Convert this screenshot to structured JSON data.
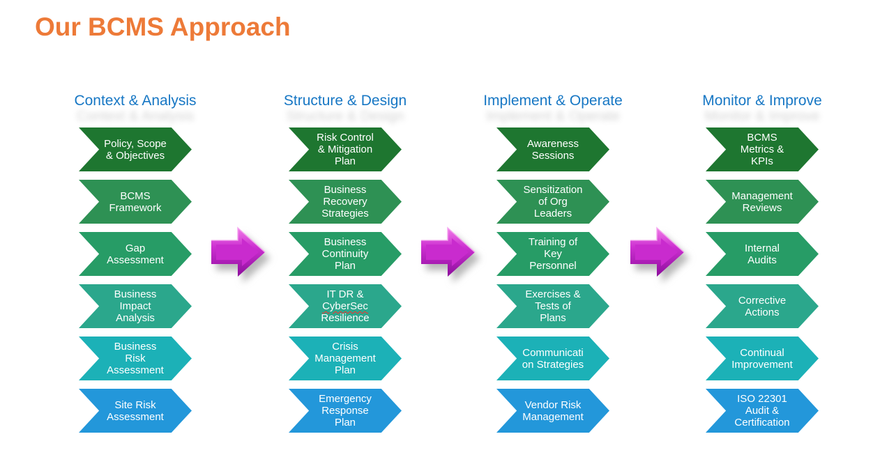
{
  "title": "Our BCMS Approach",
  "colors": {
    "title": "#ED7A38",
    "header": "#1777C4",
    "rows": [
      "#1E7630",
      "#2E9154",
      "#279C66",
      "#2BA78C",
      "#1CB1B7",
      "#2397DA"
    ],
    "arrow_main": "#C92BCE",
    "arrow_light": "#F07CE8",
    "arrow_dark": "#8C0E9C",
    "chevron_text": "#FFFFFF"
  },
  "columns": [
    {
      "header": "Context & Analysis",
      "items": [
        {
          "text": "Policy, Scope\n& Objectives"
        },
        {
          "text": "BCMS\nFramework"
        },
        {
          "text": "Gap\nAssessment"
        },
        {
          "text": "Business\nImpact\nAnalysis"
        },
        {
          "text": "Business\nRisk\nAssessment"
        },
        {
          "text": "Site Risk\nAssessment"
        }
      ]
    },
    {
      "header": "Structure & Design",
      "items": [
        {
          "text": "Risk Control\n& Mitigation\nPlan"
        },
        {
          "text": "Business\nRecovery\nStrategies"
        },
        {
          "text": "Business\nContinuity\nPlan"
        },
        {
          "text": "IT DR &\nCyberSec\nResilience",
          "misspelled_word": "CyberSec"
        },
        {
          "text": "Crisis\nManagement\nPlan"
        },
        {
          "text": "Emergency\nResponse\nPlan"
        }
      ]
    },
    {
      "header": "Implement & Operate",
      "items": [
        {
          "text": "Awareness\nSessions"
        },
        {
          "text": "Sensitization\nof Org\nLeaders"
        },
        {
          "text": "Training of\nKey\nPersonnel"
        },
        {
          "text": "Exercises &\nTests of\nPlans"
        },
        {
          "text": "Communicati\non Strategies"
        },
        {
          "text": "Vendor Risk\nManagement"
        }
      ]
    },
    {
      "header": "Monitor & Improve",
      "items": [
        {
          "text": "BCMS\nMetrics &\nKPIs"
        },
        {
          "text": "Management\nReviews"
        },
        {
          "text": "Internal\nAudits"
        },
        {
          "text": "Corrective\nActions"
        },
        {
          "text": "Continual\nImprovement"
        },
        {
          "text": "ISO 22301\nAudit &\nCertification"
        }
      ]
    }
  ]
}
